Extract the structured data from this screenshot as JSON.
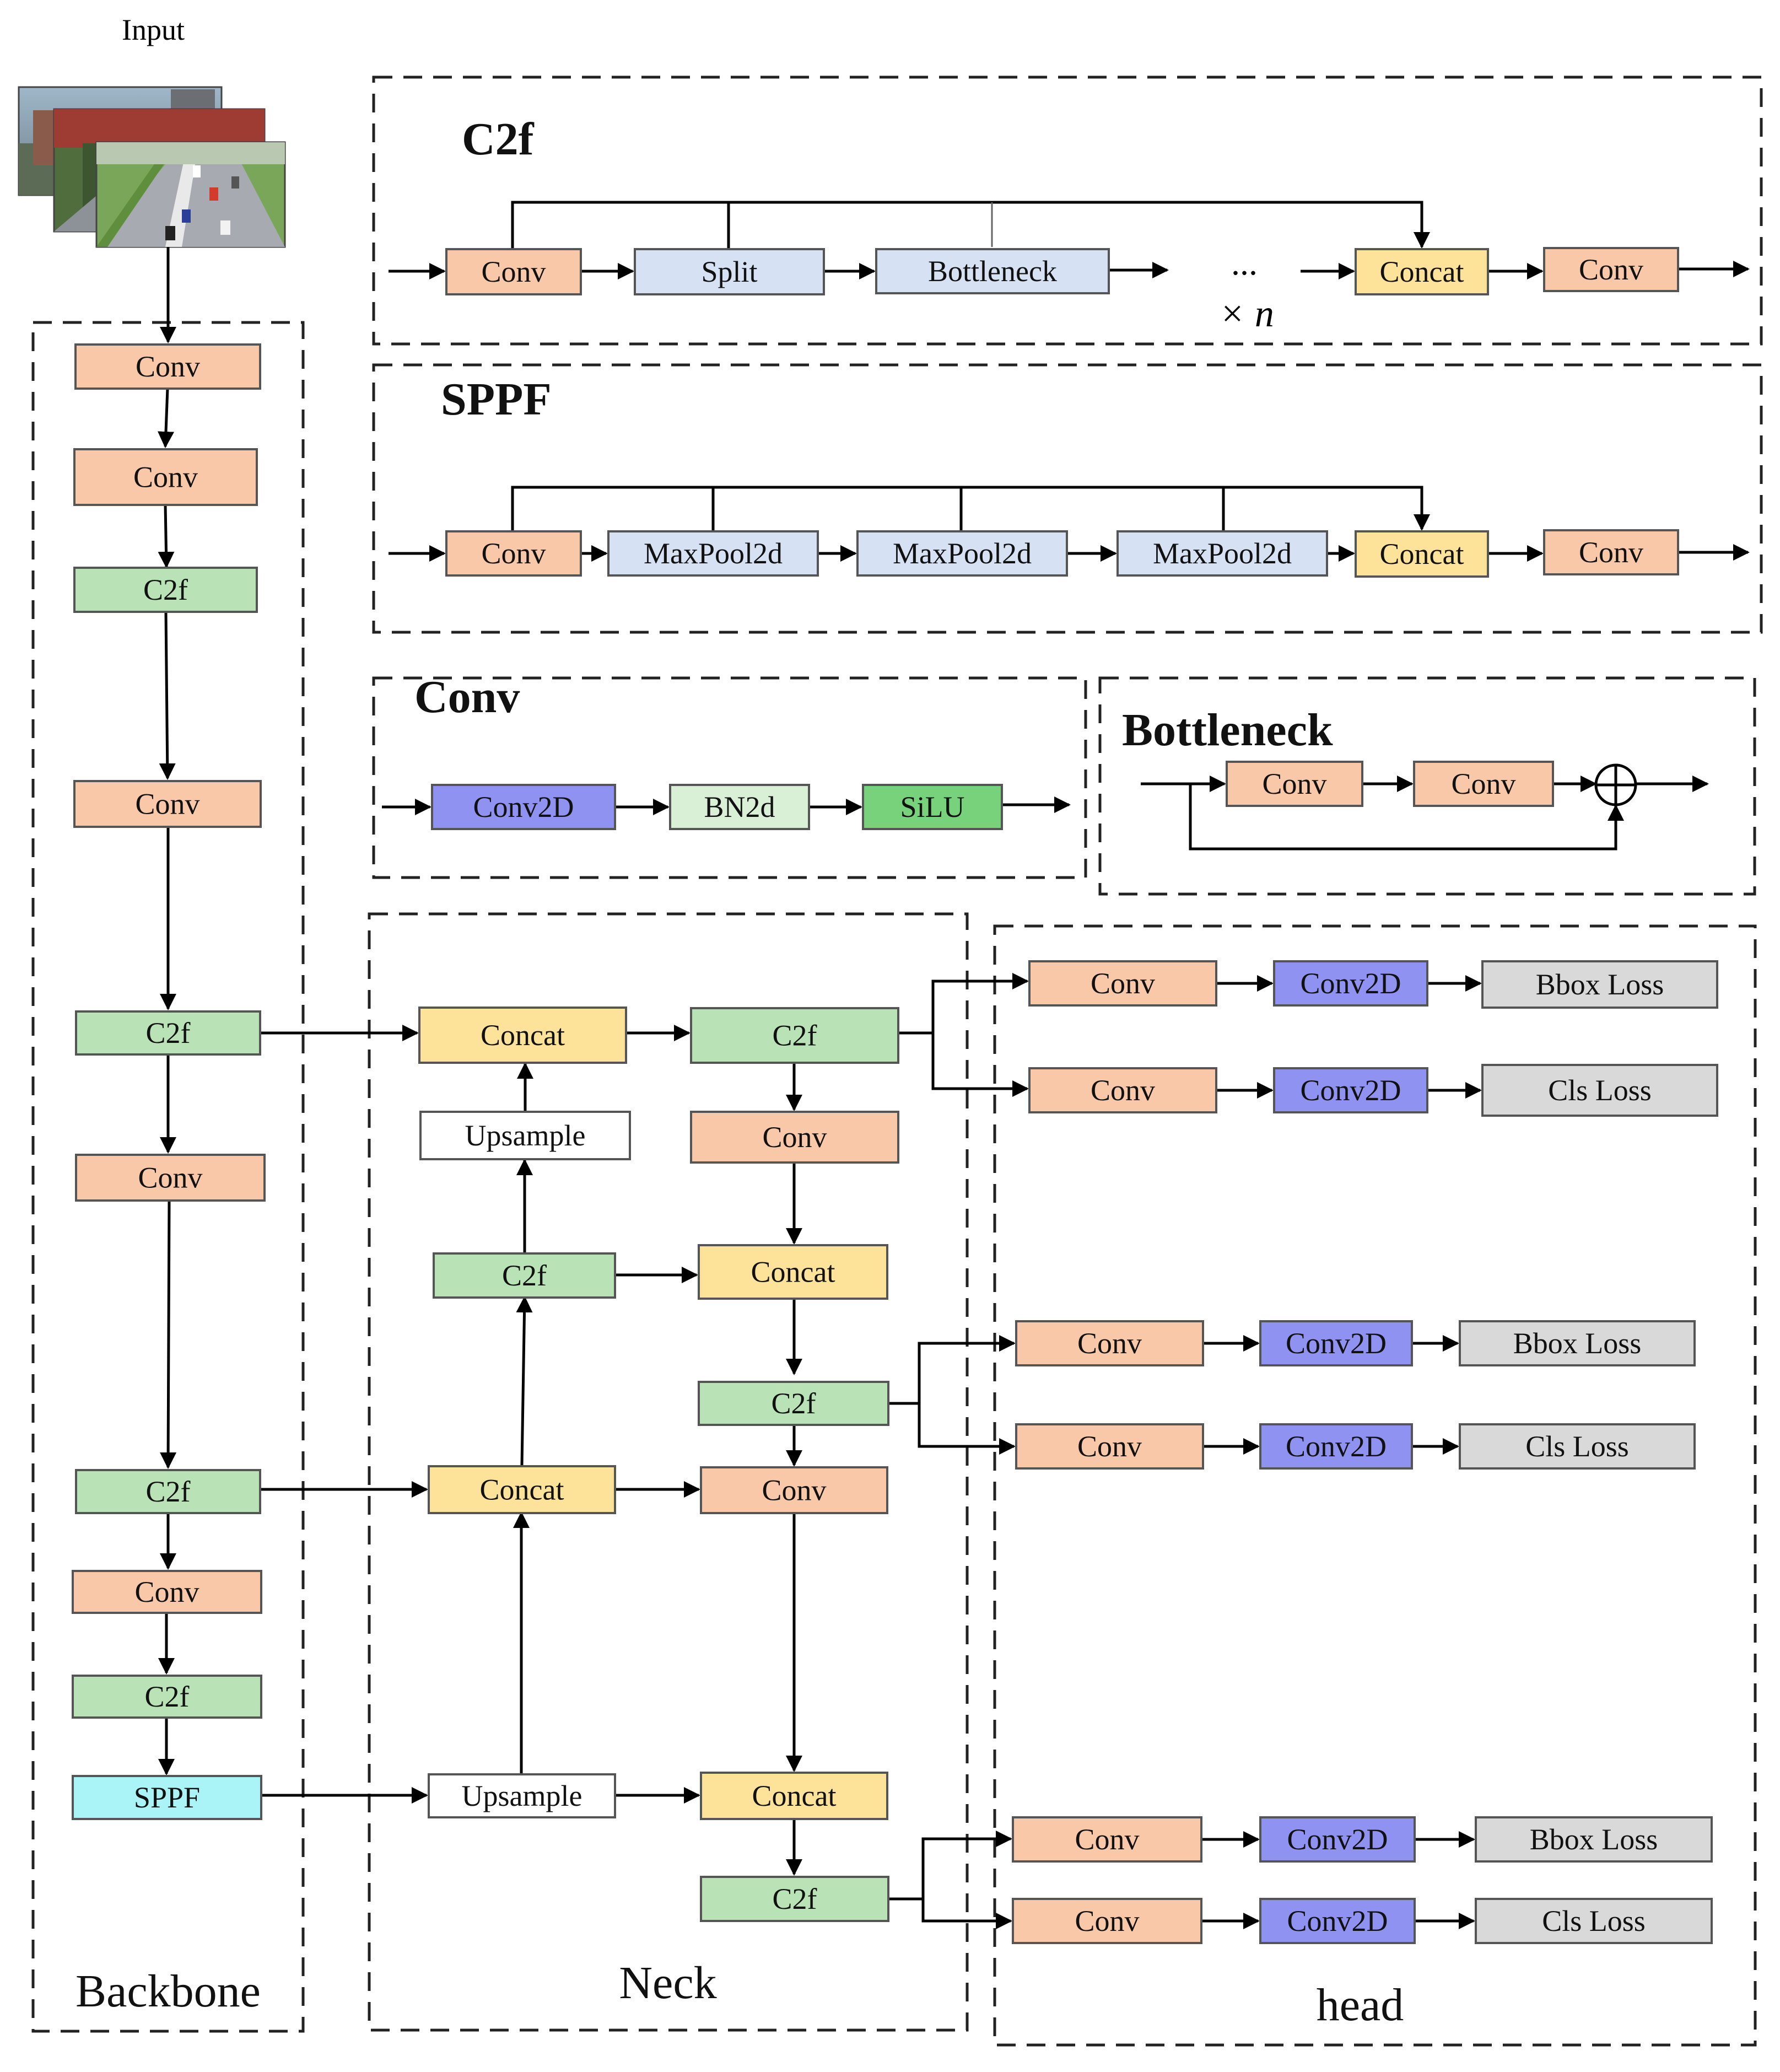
{
  "input": {
    "label": "Input"
  },
  "labels": {
    "c2f_title": "C2f",
    "sppf_title": "SPPF",
    "conv_title": "Conv",
    "bottleneck_title": "Bottleneck",
    "backbone": "Backbone",
    "neck": "Neck",
    "head": "head",
    "dots": "...",
    "times_n": "× n"
  },
  "colors": {
    "conv": "#f9c8a8",
    "c2f": "#b9e2b6",
    "concat": "#fde29a",
    "sppf": "#aaf3f6",
    "light_blue": "#d6e2f4",
    "conv2d": "#8f92f1",
    "bn2d": "#d9efd6",
    "silu": "#77d27b",
    "loss": "#d9d9d9",
    "upsample": "#ffffff"
  },
  "nodes": {
    "bb_conv1": "Conv",
    "bb_conv2": "Conv",
    "bb_c2f1": "C2f",
    "bb_conv3": "Conv",
    "bb_c2f2": "C2f",
    "bb_conv4": "Conv",
    "bb_c2f3": "C2f",
    "bb_conv5": "Conv",
    "bb_c2f4": "C2f",
    "bb_sppf": "SPPF",
    "c2f_conv_in": "Conv",
    "c2f_split": "Split",
    "c2f_bottleneck": "Bottleneck",
    "c2f_concat": "Concat",
    "c2f_conv_out": "Conv",
    "sppf_conv_in": "Conv",
    "sppf_pool1": "MaxPool2d",
    "sppf_pool2": "MaxPool2d",
    "sppf_pool3": "MaxPool2d",
    "sppf_concat": "Concat",
    "sppf_conv_out": "Conv",
    "conv_conv2d": "Conv2D",
    "conv_bn2d": "BN2d",
    "conv_silu": "SiLU",
    "bn_conv1": "Conv",
    "bn_conv2": "Conv",
    "nk_concat1": "Concat",
    "nk_upsample1": "Upsample",
    "nk_c2f1": "C2f",
    "nk_concat2": "Concat",
    "nk_upsample2": "Upsample",
    "nk_c2f_p3": "C2f",
    "nk_conv_a": "Conv",
    "nk_concat3": "Concat",
    "nk_c2f_p4": "C2f",
    "nk_conv_b": "Conv",
    "nk_concat4": "Concat",
    "nk_c2f_p5": "C2f",
    "hd1_conv_a": "Conv",
    "hd1_conv2d_a": "Conv2D",
    "hd1_bbox": "Bbox Loss",
    "hd1_conv_b": "Conv",
    "hd1_conv2d_b": "Conv2D",
    "hd1_cls": "Cls Loss",
    "hd2_conv_a": "Conv",
    "hd2_conv2d_a": "Conv2D",
    "hd2_bbox": "Bbox Loss",
    "hd2_conv_b": "Conv",
    "hd2_conv2d_b": "Conv2D",
    "hd2_cls": "Cls Loss",
    "hd3_conv_a": "Conv",
    "hd3_conv2d_a": "Conv2D",
    "hd3_bbox": "Bbox Loss",
    "hd3_conv_b": "Conv",
    "hd3_conv2d_b": "Conv2D",
    "hd3_cls": "Cls Loss"
  }
}
